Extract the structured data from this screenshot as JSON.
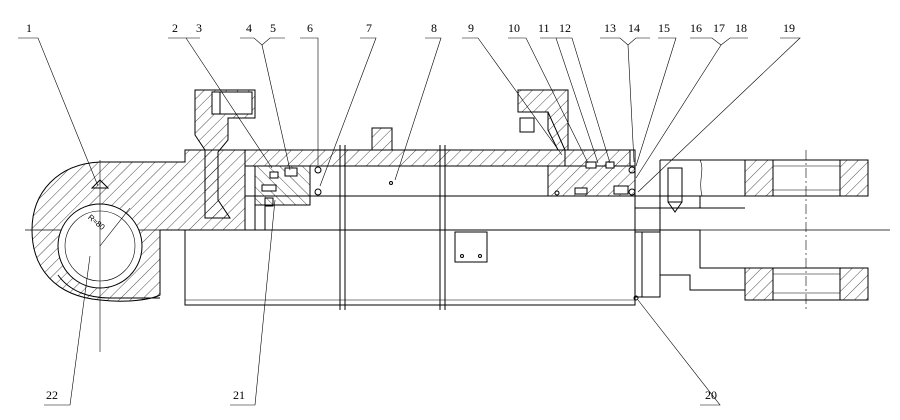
{
  "callouts": [
    {
      "id": "c1",
      "label": "1"
    },
    {
      "id": "c2",
      "label": "2"
    },
    {
      "id": "c3",
      "label": "3"
    },
    {
      "id": "c4",
      "label": "4"
    },
    {
      "id": "c5",
      "label": "5"
    },
    {
      "id": "c6",
      "label": "6"
    },
    {
      "id": "c7",
      "label": "7"
    },
    {
      "id": "c8",
      "label": "8"
    },
    {
      "id": "c9",
      "label": "9"
    },
    {
      "id": "c10",
      "label": "10"
    },
    {
      "id": "c11",
      "label": "11"
    },
    {
      "id": "c12",
      "label": "12"
    },
    {
      "id": "c13",
      "label": "13"
    },
    {
      "id": "c14",
      "label": "14"
    },
    {
      "id": "c15",
      "label": "15"
    },
    {
      "id": "c16",
      "label": "16"
    },
    {
      "id": "c17",
      "label": "17"
    },
    {
      "id": "c18",
      "label": "18"
    },
    {
      "id": "c19",
      "label": "19"
    },
    {
      "id": "c20",
      "label": "20"
    },
    {
      "id": "c21",
      "label": "21"
    },
    {
      "id": "c22",
      "label": "22"
    }
  ],
  "bore_dimension": "R≈80"
}
